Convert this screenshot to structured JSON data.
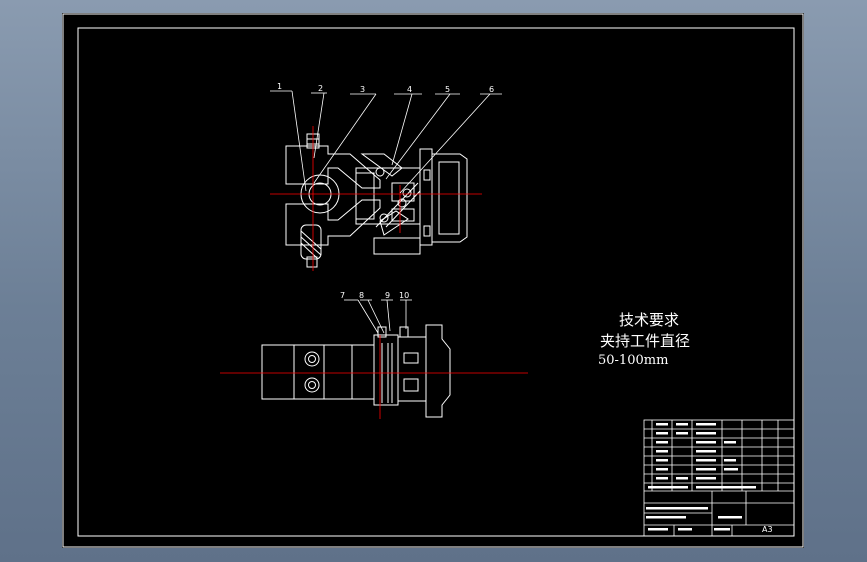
{
  "tech_requirements": {
    "title": "技术要求",
    "line1": "夹持工件直径",
    "line2": "50-100mm"
  },
  "balloons": [
    "1",
    "2",
    "3",
    "4",
    "5",
    "6",
    "7",
    "8",
    "9",
    "10"
  ],
  "title_block": {
    "size": "A3"
  },
  "colors": {
    "background": "#000000",
    "outline": "#ffffff",
    "centerline": "#ff0000",
    "frame_outer": "#6c7f96"
  }
}
